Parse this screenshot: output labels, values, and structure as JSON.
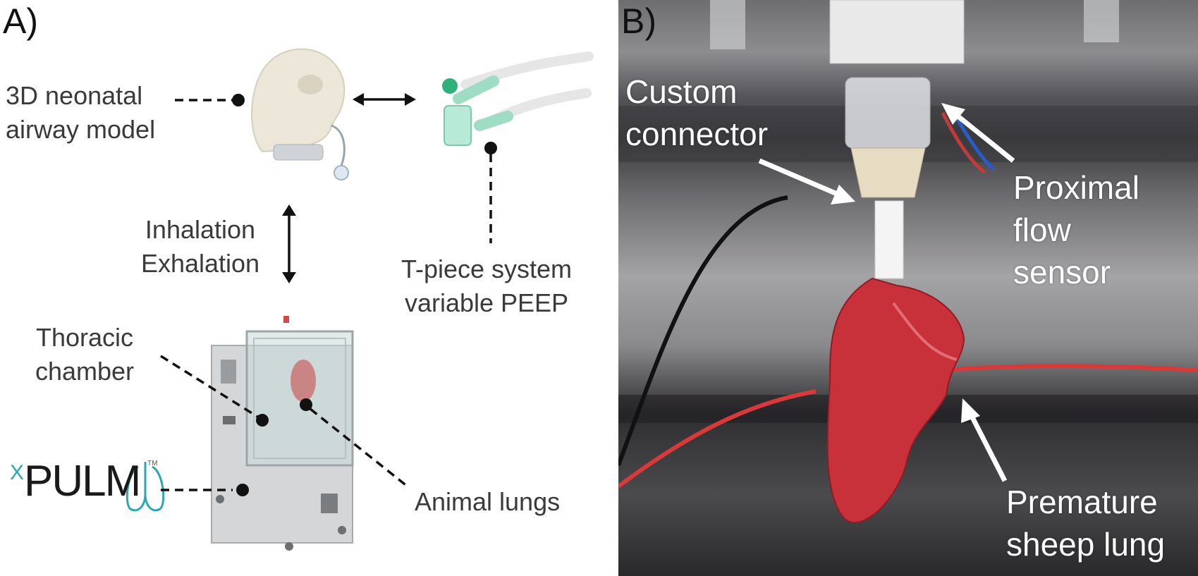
{
  "panel_a": {
    "letter": "A)",
    "airway_label": [
      "3D neonatal",
      "airway model"
    ],
    "breathing_label": [
      "Inhalation",
      "Exhalation"
    ],
    "tpiece_label": [
      "T-piece system",
      "variable PEEP"
    ],
    "thoracic_label": [
      "Thoracic",
      "chamber"
    ],
    "animal_label": "Animal lungs",
    "logo": {
      "prefix": "X",
      "main": "PULM",
      "tm": "TM"
    }
  },
  "panel_b": {
    "letter": "B)",
    "connector_label": [
      "Custom",
      "connector"
    ],
    "sensor_label": [
      "Proximal",
      "flow",
      "sensor"
    ],
    "lung_label": [
      "Premature",
      "sheep lung"
    ]
  },
  "colors": {
    "label_text": "#3a3a3a",
    "logo_accent": "#2aa7b7",
    "lung": "#c8303a",
    "tpiece_green": "#2fb07a"
  }
}
